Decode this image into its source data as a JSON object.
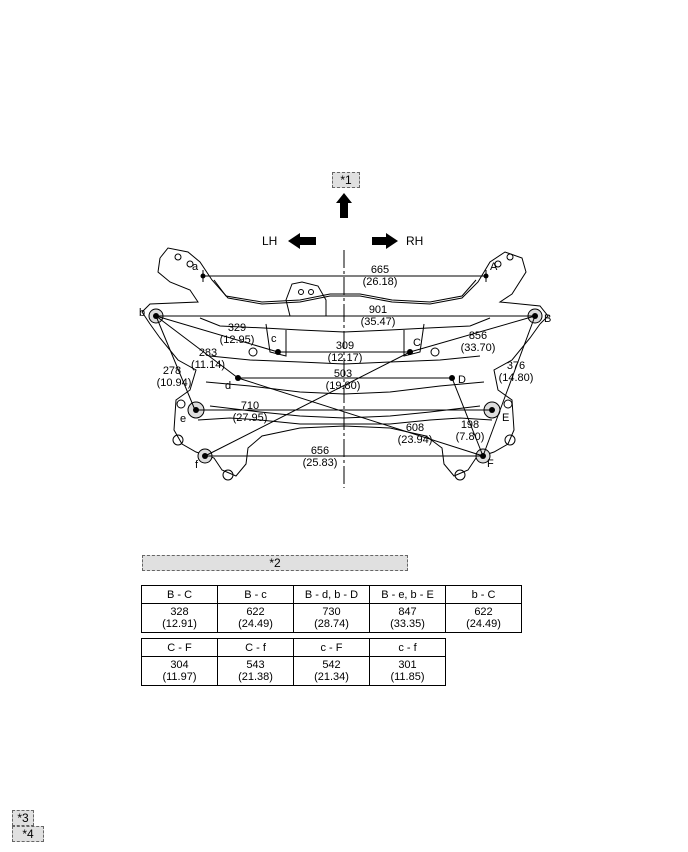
{
  "callouts": {
    "c1": "*1",
    "c2": "*2",
    "c3": "*3",
    "c4": "*4"
  },
  "directions": {
    "lh": "LH",
    "rh": "RH"
  },
  "points": {
    "a": "a",
    "A": "A",
    "b": "b",
    "B": "B",
    "c": "c",
    "C": "C",
    "d": "d",
    "D": "D",
    "e": "e",
    "E": "E",
    "f": "f",
    "F": "F"
  },
  "dimensions": [
    {
      "value": "665",
      "inch": "(26.18)"
    },
    {
      "value": "901",
      "inch": "(35.47)"
    },
    {
      "value": "329",
      "inch": "(12.95)"
    },
    {
      "value": "856",
      "inch": "(33.70)"
    },
    {
      "value": "283",
      "inch": "(11.14)"
    },
    {
      "value": "309",
      "inch": "(12.17)"
    },
    {
      "value": "278",
      "inch": "(10.94)"
    },
    {
      "value": "376",
      "inch": "(14.80)"
    },
    {
      "value": "503",
      "inch": "(19.80)"
    },
    {
      "value": "710",
      "inch": "(27.95)"
    },
    {
      "value": "608",
      "inch": "(23.94)"
    },
    {
      "value": "198",
      "inch": "(7.80)"
    },
    {
      "value": "656",
      "inch": "(25.83)"
    }
  ],
  "table1": {
    "headers": [
      "B - C",
      "B - c",
      "B - d, b - D",
      "B - e, b - E",
      "b - C"
    ],
    "values": [
      [
        "328",
        "(12.91)"
      ],
      [
        "622",
        "(24.49)"
      ],
      [
        "730",
        "(28.74)"
      ],
      [
        "847",
        "(33.35)"
      ],
      [
        "622",
        "(24.49)"
      ]
    ]
  },
  "table2": {
    "headers": [
      "C - F",
      "C - f",
      "c - F",
      "c - f"
    ],
    "values": [
      [
        "304",
        "(11.97)"
      ],
      [
        "543",
        "(21.38)"
      ],
      [
        "542",
        "(21.34)"
      ],
      [
        "301",
        "(11.85)"
      ]
    ]
  }
}
